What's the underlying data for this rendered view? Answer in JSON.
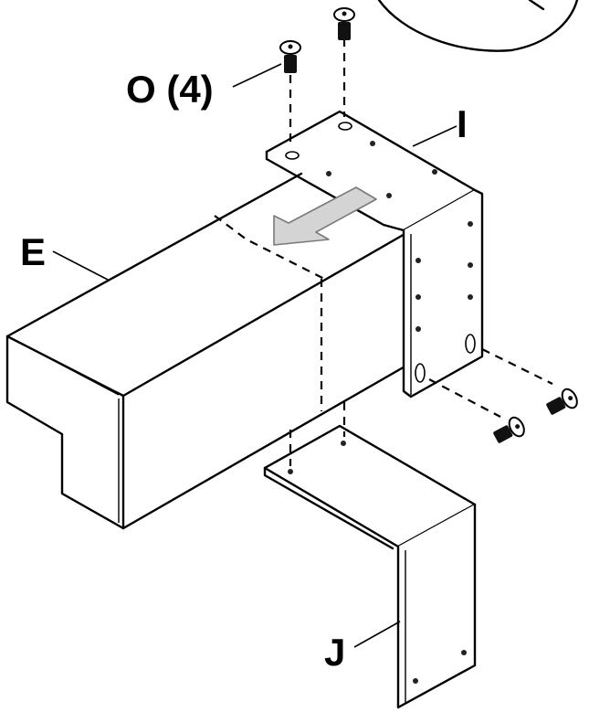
{
  "labels": {
    "screws": "O (4)",
    "bracket_top": "I",
    "housing": "E",
    "bracket_bottom": "J"
  },
  "colors": {
    "line": "#000000",
    "arrow_fill": "#d4d4d4",
    "arrow_stroke": "#7a7a7a",
    "screw_fill": "#111111"
  },
  "icons": {
    "direction": "slide-arrow-icon",
    "fastener": "screw-icon"
  }
}
